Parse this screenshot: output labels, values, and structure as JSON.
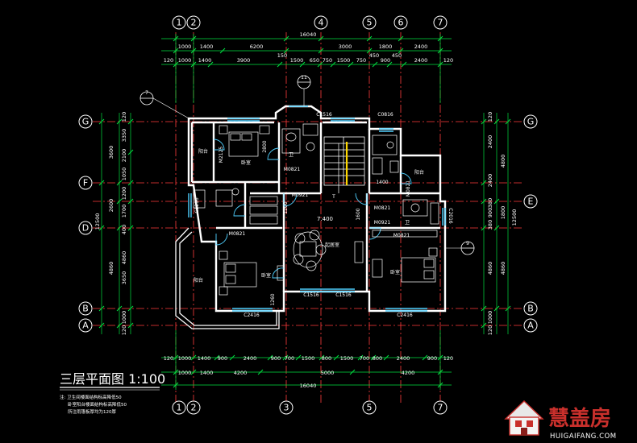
{
  "drawing": {
    "title": "三层平面图 1:100",
    "notes": [
      "注: 卫生间楼面结构标高降低50",
      "卧室阳台楼面结构标高降低50",
      "所注雨篷板厚均为120厚"
    ]
  },
  "grid_axes": {
    "columns": [
      "1",
      "2",
      "3",
      "4",
      "5",
      "6",
      "7"
    ],
    "rows": [
      "G",
      "F",
      "E",
      "D",
      "B",
      "A"
    ]
  },
  "dimensions": {
    "top_total": "16040",
    "top_row1": [
      "1000",
      "1400",
      "6200",
      "3000",
      "1800",
      "2400"
    ],
    "top_row2": [
      "120",
      "1000",
      "1400",
      "3900",
      "150",
      "1500",
      "650",
      "750",
      "1500",
      "750",
      "450",
      "900",
      "450",
      "2400",
      "120"
    ],
    "bottom_row1": [
      "120",
      "1000",
      "1400",
      "900",
      "2400",
      "900",
      "700",
      "1500",
      "800",
      "1500",
      "700",
      "800",
      "2400",
      "900",
      "120"
    ],
    "bottom_row2": [
      "1000",
      "1400",
      "4200",
      "5000",
      "4200"
    ],
    "bottom_total": "16040",
    "left_outer": [
      "3600",
      "2600",
      "12500",
      "4860"
    ],
    "left_inner": [
      "120",
      "3350",
      "2100",
      "1050",
      "1200",
      "1700",
      "400",
      "3650",
      "4860",
      "1000",
      "120"
    ],
    "right_outer": [
      "4800",
      "12500",
      "4860"
    ],
    "right_inner": [
      "120",
      "2400",
      "2400",
      "380",
      "900",
      "1800",
      "380",
      "4860",
      "1000",
      "120"
    ]
  },
  "rooms": {
    "master": "卧室",
    "second": "卧室",
    "third": "卧室",
    "hall": "起居室",
    "bath_left": "卫",
    "bath_right": "卫",
    "balcony_left": "阳台",
    "balcony_top": "阳台",
    "balcony_right": "阳台"
  },
  "labels": {
    "elevation": "7.400",
    "callout_7": "7",
    "callout_11": "11",
    "callout_9": "9",
    "section_ref": "A",
    "window_c1516": "C1516",
    "window_c1516_b": "C1516",
    "window_c1516_c": "C1516",
    "window_c2416_l": "C2416",
    "window_c2416_r": "C2416",
    "window_c0816": "C0816",
    "window_c1216": "C1216",
    "window_c2016": "C2016",
    "door_m2125": "M2125",
    "door_m0821_a": "M0821",
    "door_m0821_b": "M0821",
    "door_m0821_c": "M0821",
    "door_m0821_d": "M0821",
    "door_m0821_e": "M0821",
    "door_m0921_a": "M0921",
    "door_m0921_b": "M0921",
    "dim_2800": "2800",
    "dim_1400": "1400",
    "dim_1600": "1600",
    "dim_1260": "1260",
    "dim_1200": "1200",
    "dim_F_left": "F",
    "dim_T": "T"
  },
  "watermark": {
    "brand": "慧盖房",
    "url": "HUIGAIFANG.COM"
  },
  "colors": {
    "background": "#000000",
    "wall": "#ffffff",
    "grid": "#ff3b3b",
    "dimension": "#00e040",
    "text": "#ffffff",
    "window": "#4fd0ff",
    "door": "#ffff00",
    "furniture": "#ffffff",
    "stair_highlight": "#ffd800",
    "brand": "#c9302c"
  }
}
